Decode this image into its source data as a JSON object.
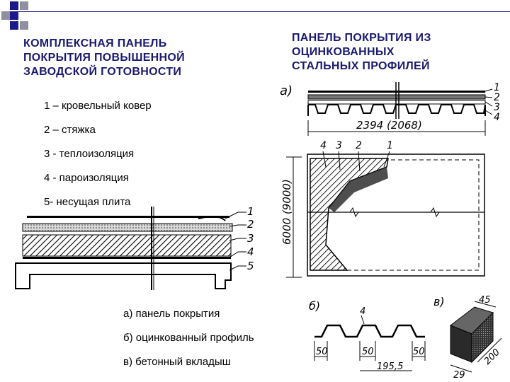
{
  "left": {
    "title": "КОМПЛЕКСНАЯ ПАНЕЛЬ\nПОКРЫТИЯ ПОВЫШЕННОЙ\nЗАВОДСКОЙ ГОТОВНОСТИ",
    "legend": [
      "1 – кровельный ковер",
      "2 – стяжка",
      "3 - теплоизоляция",
      "4 - пароизоляция",
      "5- несущая плита"
    ],
    "layer_numbers": [
      "1",
      "2",
      "3",
      "4",
      "5"
    ]
  },
  "right": {
    "title": "ПАНЕЛЬ ПОКРЫТИЯ ИЗ\nОЦИНКОВАННЫХ\nСТАЛЬНЫХ ПРОФИЛЕЙ",
    "captions": [
      "а) панель покрытия",
      "б) оцинкованный профиль",
      "в) бетонный вкладыш"
    ],
    "figure_a": {
      "label": "а)",
      "layer_numbers": [
        "1",
        "2",
        "3",
        "4"
      ],
      "width_dim": "2394 (2068)",
      "plan_numbers": [
        "4",
        "3",
        "2",
        "1"
      ],
      "length_dim": "6000 (9000)"
    },
    "figure_b": {
      "label": "б)",
      "number": "4",
      "dims": [
        "50",
        "50",
        "50",
        "195,5"
      ]
    },
    "figure_c": {
      "label": "в)",
      "dims": [
        "45",
        "200",
        "29"
      ]
    }
  },
  "colors": {
    "title": "#1a1a6e",
    "accent": "#1b1a8c",
    "accent_gray": "#8f8fa0"
  }
}
